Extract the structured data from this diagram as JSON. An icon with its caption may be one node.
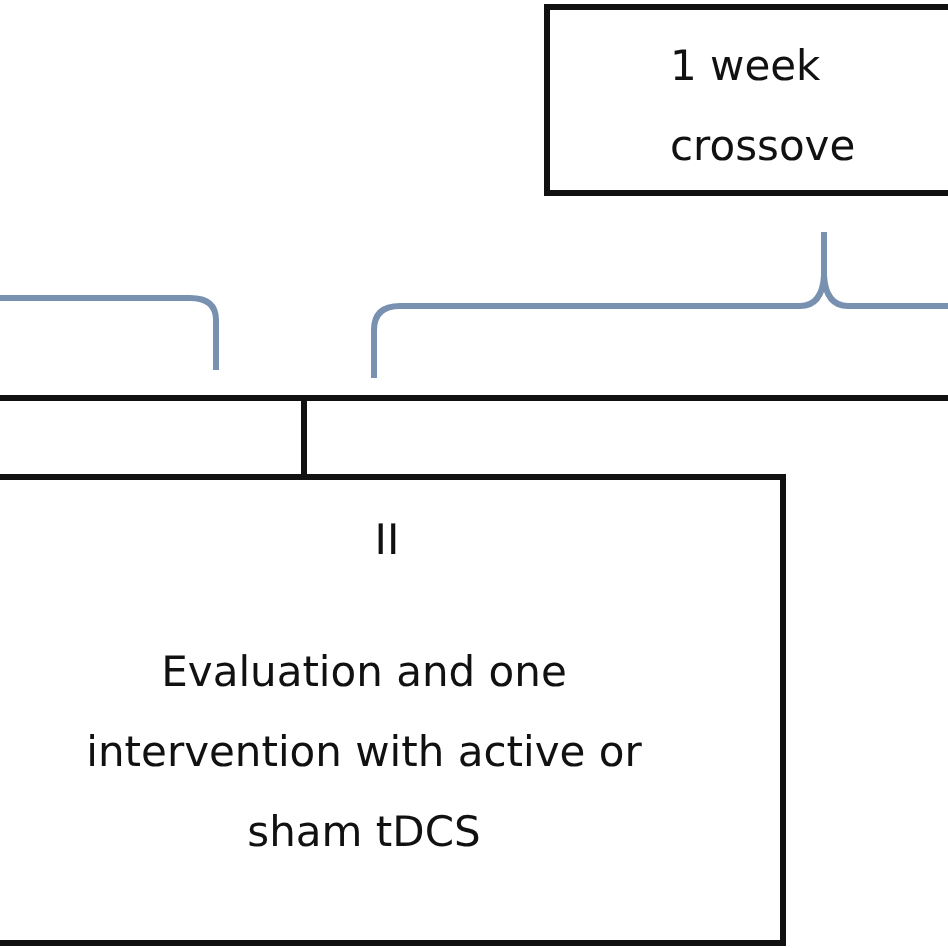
{
  "diagram": {
    "nodes": [
      {
        "text": [
          "1 week crossove"
        ]
      },
      {
        "text": [
          "II",
          "Evaluation and one intervention with active or sham tDCS"
        ]
      }
    ],
    "edges": [
      {
        "from": null,
        "to": 1,
        "arrow": "none"
      }
    ]
  }
}
